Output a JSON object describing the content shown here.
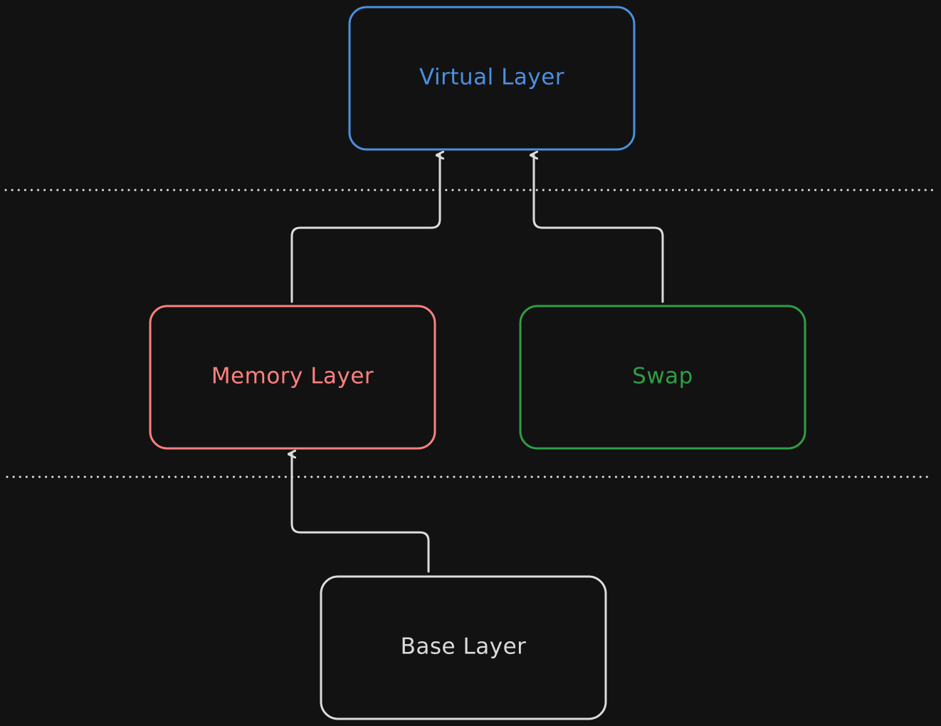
{
  "nodes": {
    "virtual": {
      "label": "Virtual Layer",
      "color": "#4a90e2"
    },
    "memory": {
      "label": "Memory Layer",
      "color": "#ff8080"
    },
    "swap": {
      "label": "Swap",
      "color": "#2f9e44"
    },
    "base": {
      "label": "Base Layer",
      "color": "#dcdcdc"
    }
  },
  "colors": {
    "background": "#121212",
    "connector": "#dcdcdc",
    "divider": "#e0e0e0"
  },
  "edges": [
    {
      "from": "memory",
      "to": "virtual"
    },
    {
      "from": "swap",
      "to": "virtual"
    },
    {
      "from": "base",
      "to": "memory"
    }
  ]
}
